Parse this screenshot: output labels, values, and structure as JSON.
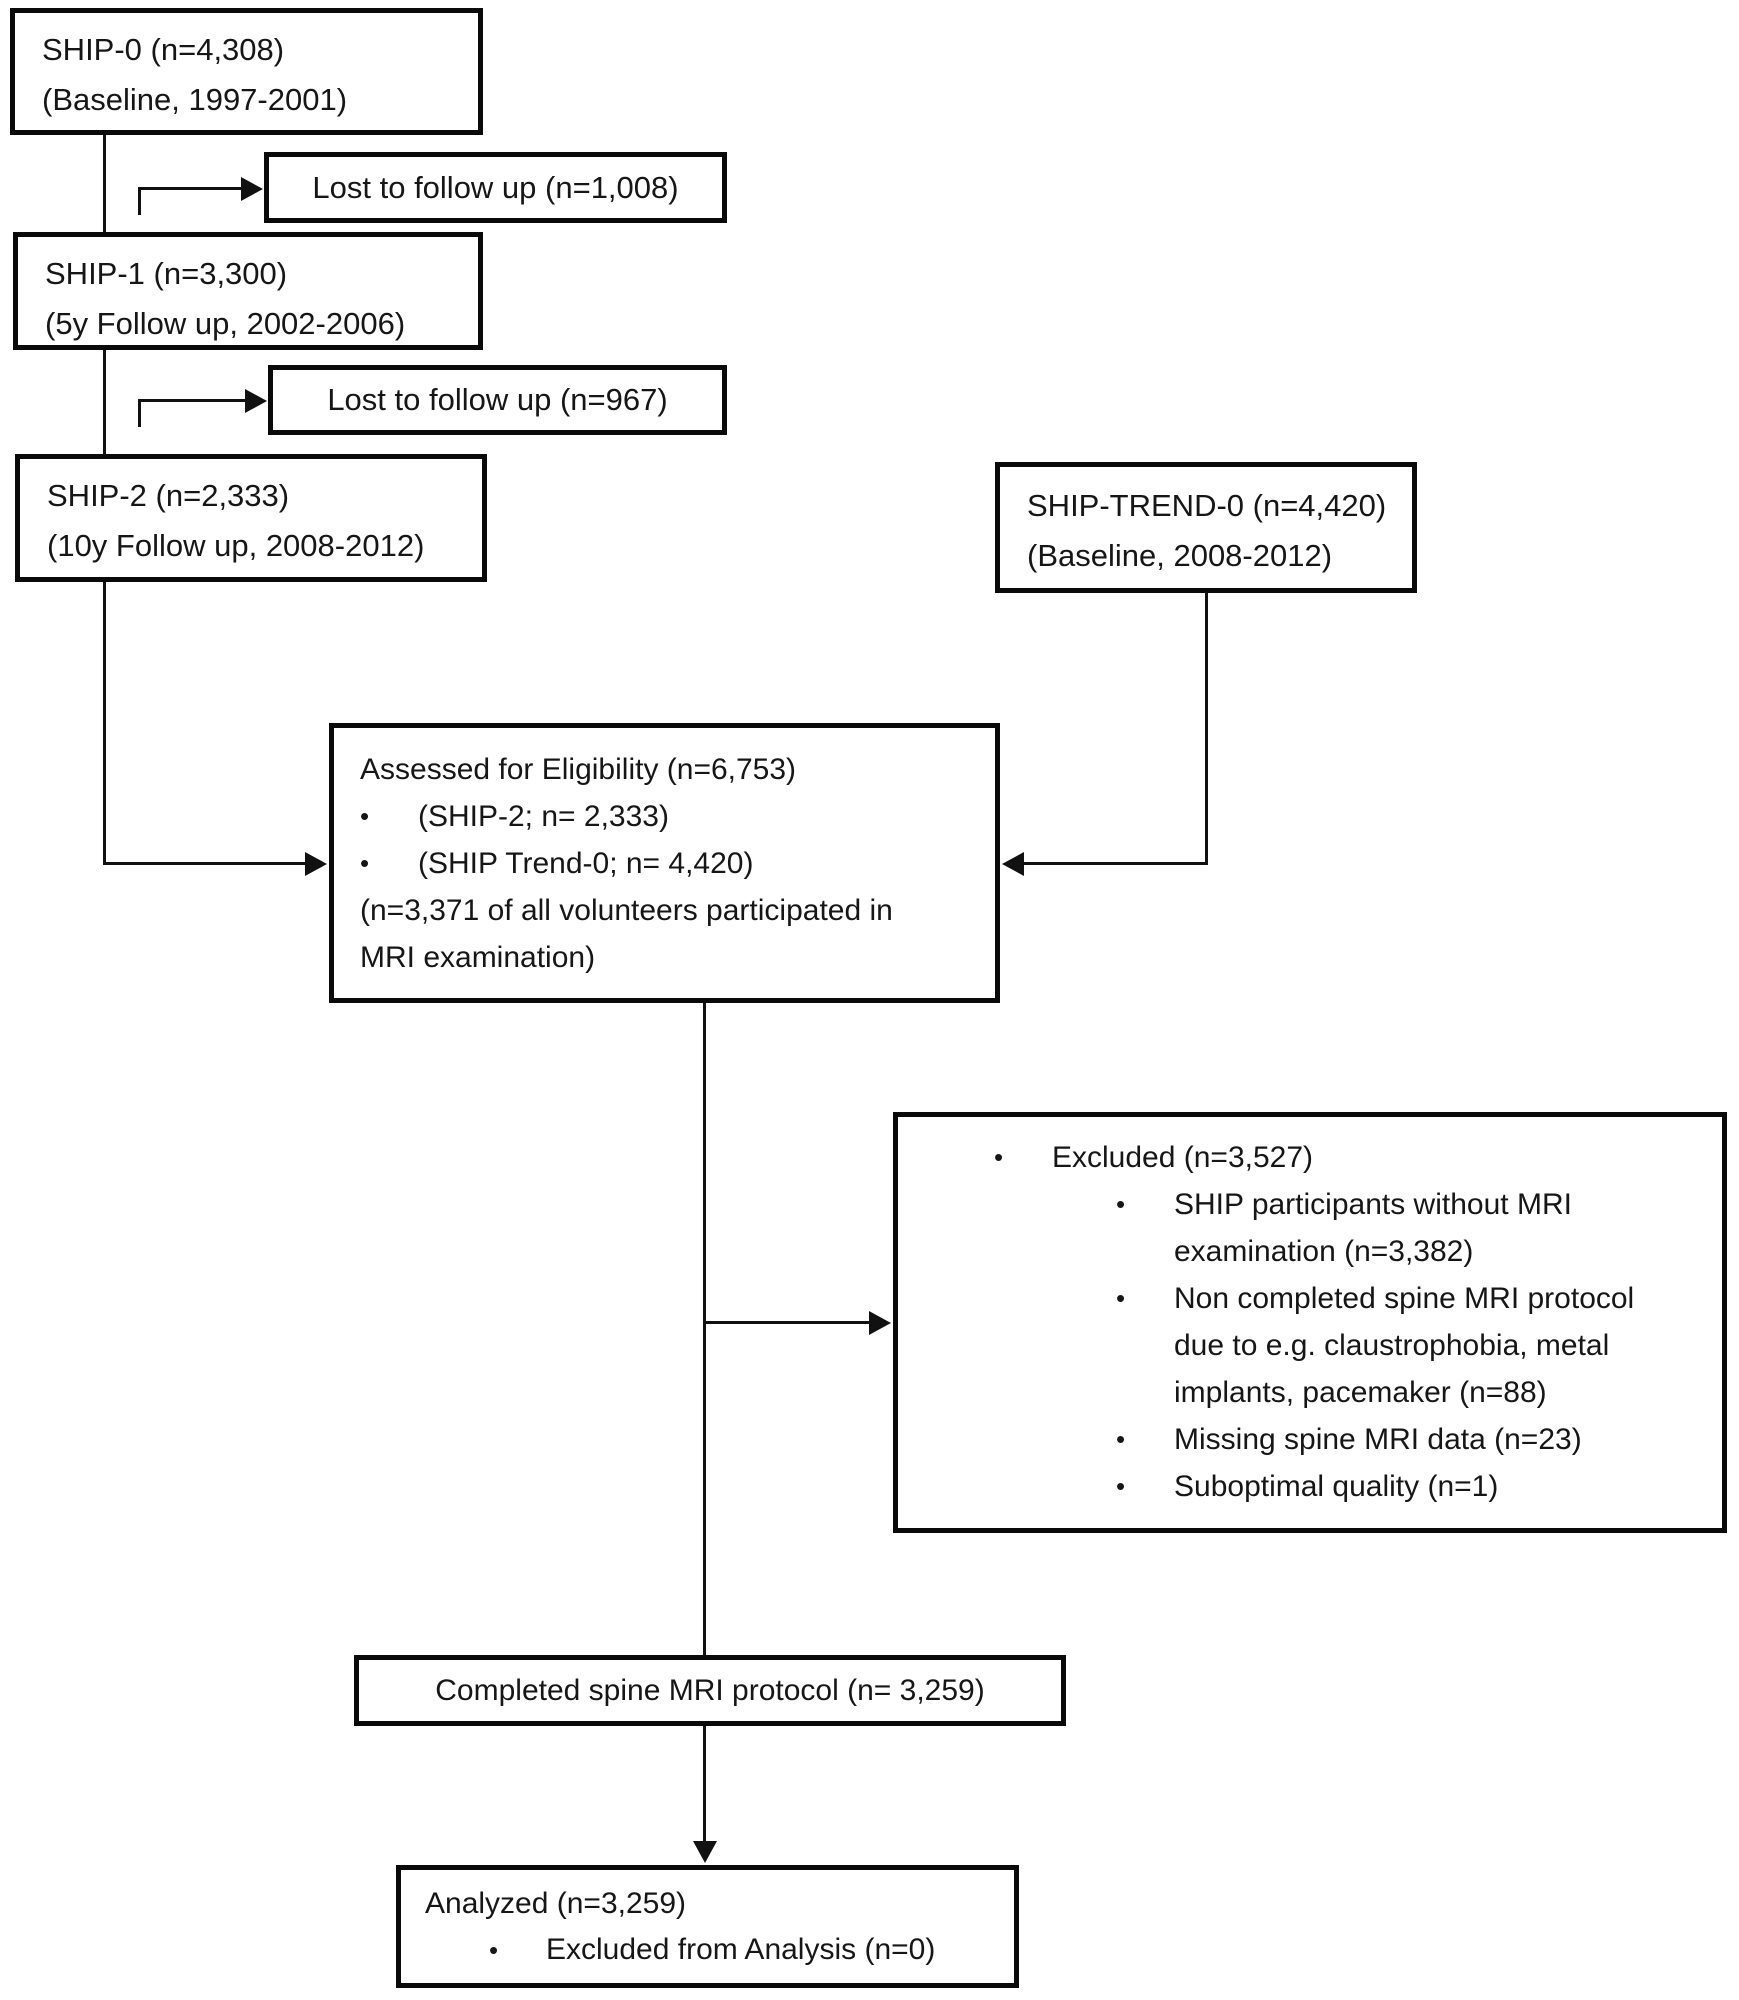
{
  "flowchart": {
    "bullet": "•",
    "colors": {
      "line": "#111111",
      "border": "#0a0a0a",
      "text": "#161616",
      "background": "#ffffff"
    },
    "boxes": {
      "ship0": {
        "line1": "SHIP-0 (n=4,308)",
        "line2": "(Baseline, 1997-2001)"
      },
      "lost1": {
        "label": "Lost to follow up (n=1,008)"
      },
      "ship1": {
        "line1": "SHIP-1 (n=3,300)",
        "line2": "(5y Follow up, 2002-2006)"
      },
      "lost2": {
        "label": "Lost to follow up (n=967)"
      },
      "ship2": {
        "line1": "SHIP-2 (n=2,333)",
        "line2": "(10y Follow up, 2008-2012)"
      },
      "trend0": {
        "line1": "SHIP-TREND-0 (n=4,420)",
        "line2": "(Baseline, 2008-2012)"
      },
      "assessed": {
        "title": "Assessed for Eligibility (n=6,753)",
        "bullet1": "(SHIP-2; n= 2,333)",
        "bullet2": "(SHIP Trend-0; n= 4,420)",
        "note_line1": "(n=3,371 of all volunteers participated in",
        "note_line2": "MRI examination)"
      },
      "excluded": {
        "title": "Excluded (n=3,527)",
        "sub1_line1": "SHIP participants without MRI",
        "sub1_line2": "examination (n=3,382)",
        "sub2_line1": "Non completed spine MRI protocol",
        "sub2_line2": "due to e.g. claustrophobia, metal",
        "sub2_line3": "implants, pacemaker (n=88)",
        "sub3": "Missing spine MRI data (n=23)",
        "sub4": "Suboptimal quality (n=1)"
      },
      "completed": {
        "label": "Completed spine MRI protocol (n= 3,259)"
      },
      "analyzed": {
        "line1": "Analyzed (n=3,259)",
        "bullet1": "Excluded from Analysis (n=0)"
      }
    }
  }
}
